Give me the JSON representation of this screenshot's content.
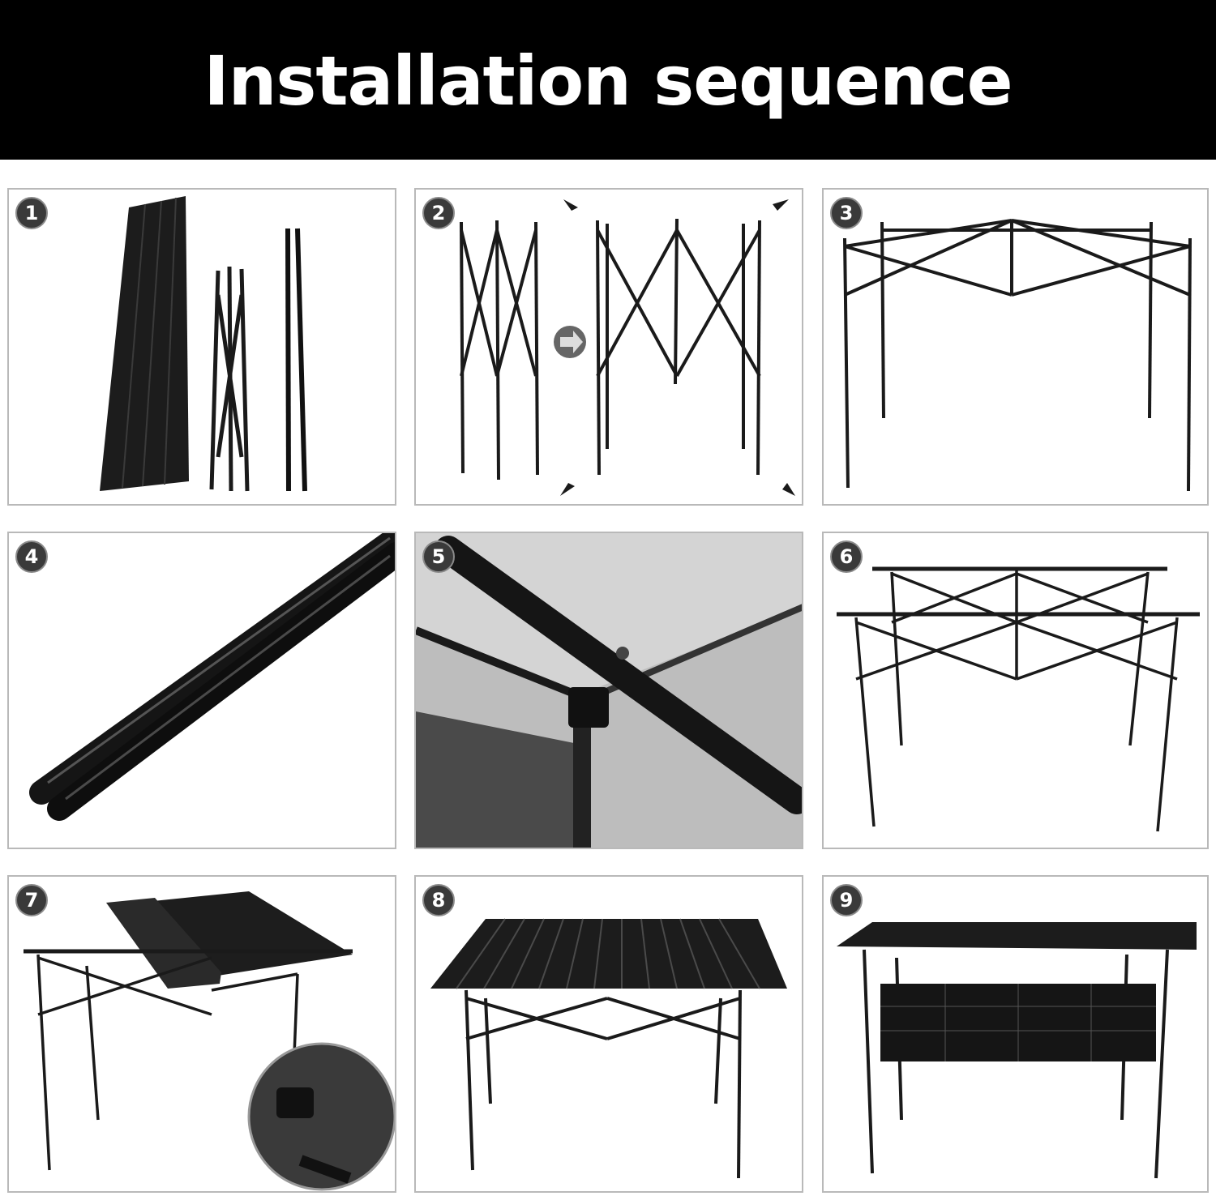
{
  "header": {
    "title": "Installation sequence"
  },
  "steps": [
    {
      "number": "1",
      "icon": "folded-parts-illustration"
    },
    {
      "number": "2",
      "icon": "frame-unfolding-illustration"
    },
    {
      "number": "3",
      "icon": "frame-extended-illustration"
    },
    {
      "number": "4",
      "icon": "support-rods-closeup"
    },
    {
      "number": "5",
      "icon": "rod-clip-closeup"
    },
    {
      "number": "6",
      "icon": "rails-attached-illustration"
    },
    {
      "number": "7",
      "icon": "tabletop-rolling-on-illustration"
    },
    {
      "number": "8",
      "icon": "assembled-table-illustration"
    },
    {
      "number": "9",
      "icon": "table-with-storage-net-illustration"
    }
  ],
  "colors": {
    "banner_bg": "#000000",
    "banner_text": "#ffffff",
    "frame": "#1a1a1a",
    "panel_border": "#b9b9b9"
  }
}
